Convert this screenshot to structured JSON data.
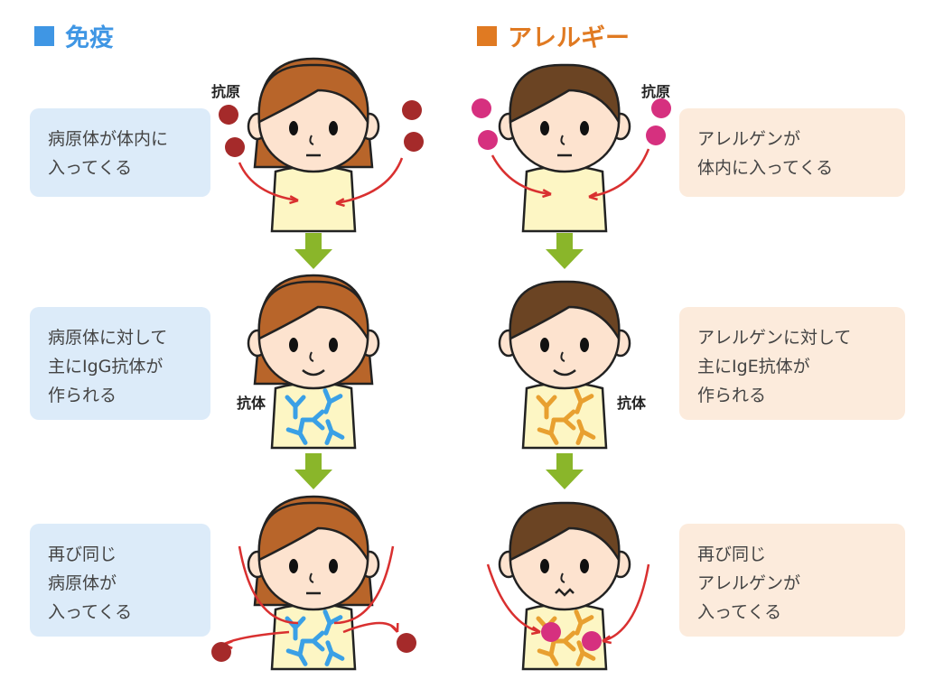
{
  "left": {
    "title": "免疫",
    "color": "#3f96e4",
    "hair": "#b8652a",
    "antibody_color": "#3aa0e6",
    "antigen_color": "#a52a2a",
    "boxes": [
      "病原体が体内に\n入ってくる",
      "病原体に対して\n主にIgG抗体が\n作られる",
      "再び同じ\n病原体が\n入ってくる"
    ],
    "antigen_label": "抗原",
    "antibody_label": "抗体"
  },
  "right": {
    "title": "アレルギー",
    "color": "#e07a22",
    "hair": "#6b4423",
    "antibody_color": "#e8a030",
    "antigen_color": "#d6307f",
    "boxes": [
      "アレルゲンが\n体内に入ってくる",
      "アレルゲンに対して\n主にIgE抗体が\n作られる",
      "再び同じ\nアレルゲンが\n入ってくる"
    ],
    "antigen_label": "抗原",
    "antibody_label": "抗体"
  },
  "colors": {
    "arrow_green": "#8ab62a",
    "arrow_red": "#d93030",
    "shirt": "#fdf6c4",
    "skin": "#fde3cf"
  }
}
